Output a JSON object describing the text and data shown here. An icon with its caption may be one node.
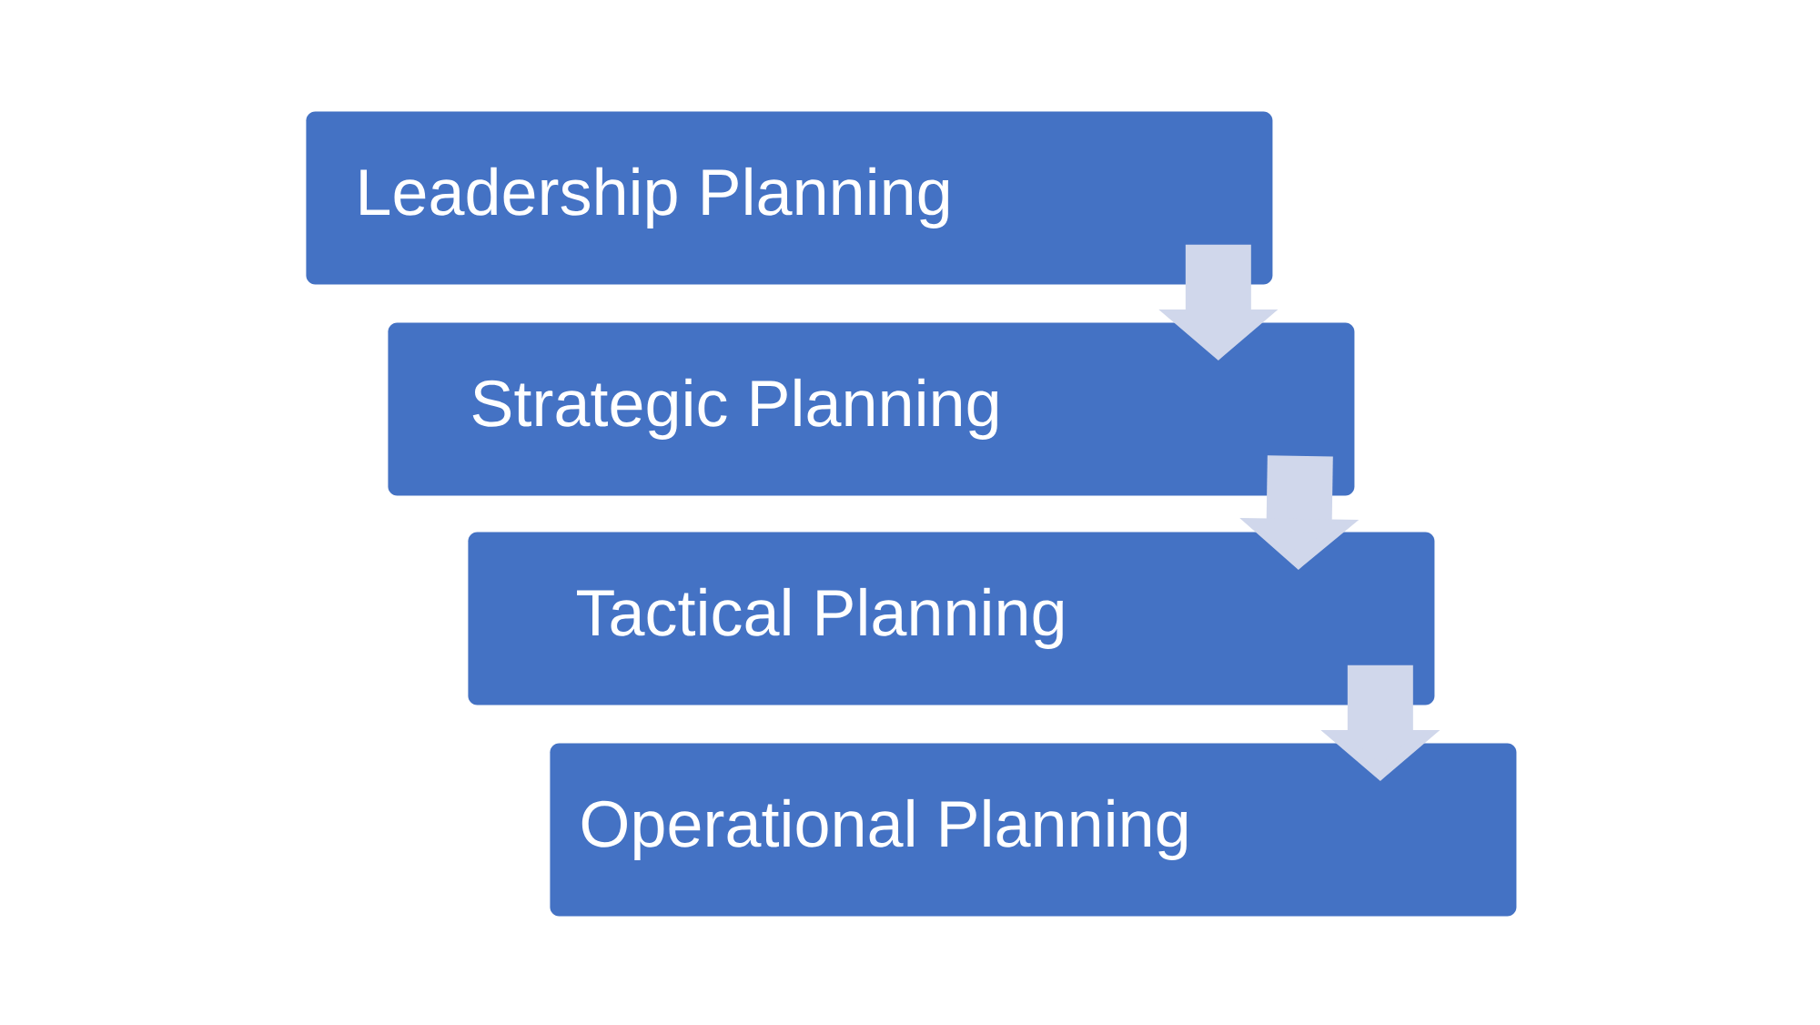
{
  "diagram": {
    "nodes": [
      {
        "text": [
          "Leadership Planning"
        ]
      },
      {
        "text": [
          "Strategic Planning"
        ]
      },
      {
        "text": [
          "Tactical Planning"
        ]
      },
      {
        "text": [
          "Operational Planning"
        ]
      }
    ],
    "edges": [
      {
        "from": 0,
        "to": 1,
        "arrow": "to"
      },
      {
        "from": 1,
        "to": 2,
        "arrow": "to"
      },
      {
        "from": 2,
        "to": 3,
        "arrow": "to"
      }
    ]
  }
}
